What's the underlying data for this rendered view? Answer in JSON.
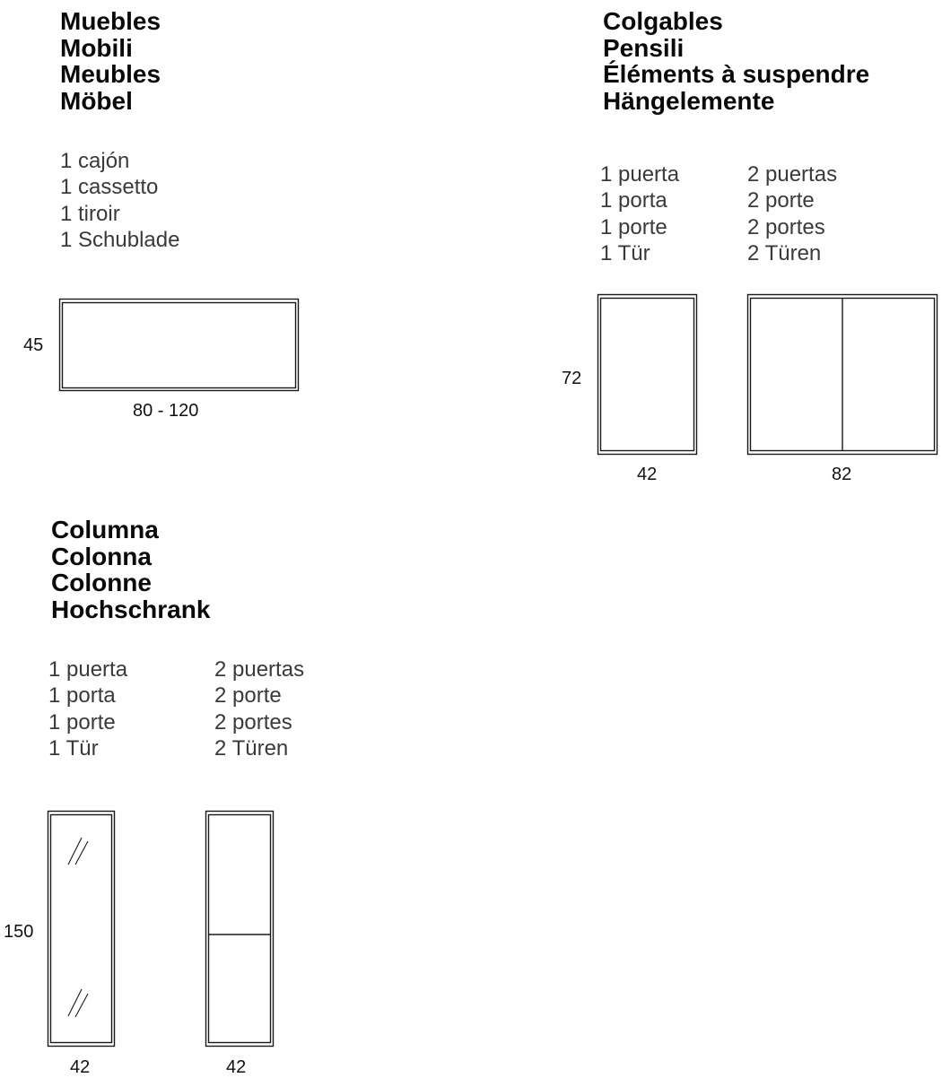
{
  "muebles": {
    "title_lines": [
      "Muebles",
      "Mobili",
      "Meubles",
      "Möbel"
    ],
    "drawer_lines": [
      "1 cajón",
      "1 cassetto",
      "1 tiroir",
      "1 Schublade"
    ],
    "height_label": "45",
    "width_label": "80 - 120"
  },
  "colgables": {
    "title_lines": [
      "Colgables",
      "Pensili",
      "Éléments à suspendre",
      "Hängelemente"
    ],
    "one_door_lines": [
      "1 puerta",
      "1 porta",
      "1 porte",
      "1 Tür"
    ],
    "two_door_lines": [
      "2 puertas",
      "2 porte",
      "2 portes",
      "2 Türen"
    ],
    "height_label": "72",
    "one_door_width_label": "42",
    "two_door_width_label": "82"
  },
  "columna": {
    "title_lines": [
      "Columna",
      "Colonna",
      "Colonne",
      "Hochschrank"
    ],
    "one_door_lines": [
      "1 puerta",
      "1 porta",
      "1 porte",
      "1 Tür"
    ],
    "two_door_lines": [
      "2 puertas",
      "2 porte",
      "2 portes",
      "2 Türen"
    ],
    "height_label": "150",
    "one_door_width_label": "42",
    "two_door_width_label": "42"
  }
}
